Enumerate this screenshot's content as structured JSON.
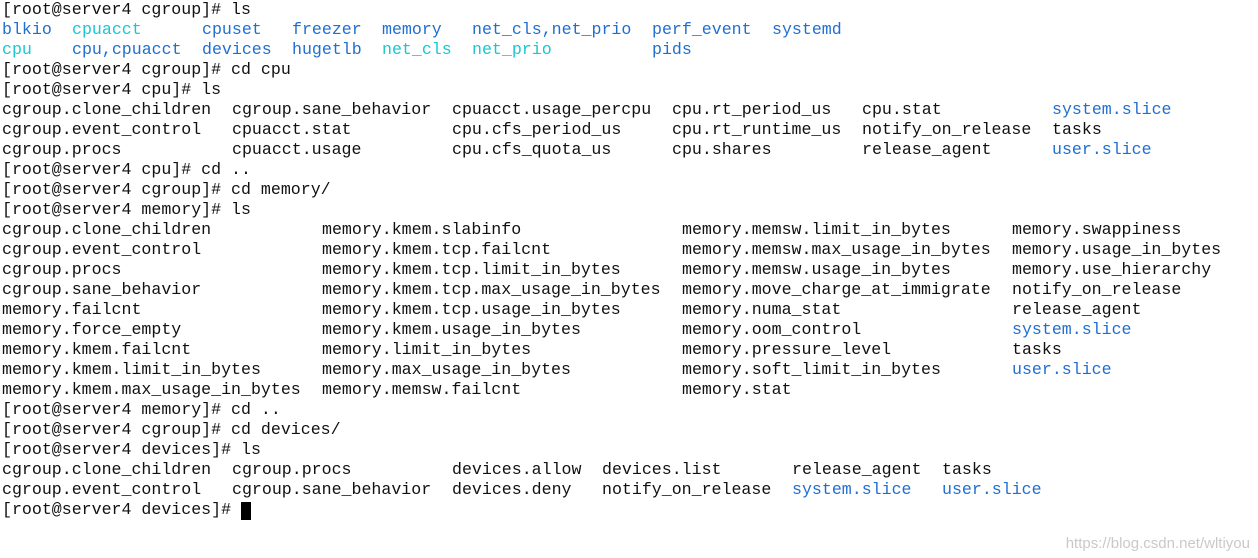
{
  "colors": {
    "text": "#111111",
    "directory": "#1f6fd0",
    "symlink": "#19c7d2",
    "background": "#ffffff",
    "watermark": "#c9c9c9"
  },
  "terminal": {
    "lines": [
      {
        "segments": [
          {
            "text": "[root@server4 cgroup]# ls",
            "kind": "text"
          }
        ]
      },
      {
        "segments": [
          {
            "text": "blkio",
            "kind": "dir",
            "col": 0
          },
          {
            "text": "cpuacct",
            "kind": "link",
            "col": 7
          },
          {
            "text": "cpuset",
            "kind": "dir",
            "col": 20
          },
          {
            "text": "freezer",
            "kind": "dir",
            "col": 29
          },
          {
            "text": "memory",
            "kind": "dir",
            "col": 38
          },
          {
            "text": "net_cls,net_prio",
            "kind": "dir",
            "col": 47
          },
          {
            "text": "perf_event",
            "kind": "dir",
            "col": 65
          },
          {
            "text": "systemd",
            "kind": "dir",
            "col": 77
          }
        ]
      },
      {
        "segments": [
          {
            "text": "cpu",
            "kind": "link",
            "col": 0
          },
          {
            "text": "cpu,cpuacct",
            "kind": "dir",
            "col": 7
          },
          {
            "text": "devices",
            "kind": "dir",
            "col": 20
          },
          {
            "text": "hugetlb",
            "kind": "dir",
            "col": 29
          },
          {
            "text": "net_cls",
            "kind": "link",
            "col": 38
          },
          {
            "text": "net_prio",
            "kind": "link",
            "col": 47
          },
          {
            "text": "pids",
            "kind": "dir",
            "col": 65
          }
        ]
      },
      {
        "segments": [
          {
            "text": "[root@server4 cgroup]# cd cpu",
            "kind": "text"
          }
        ]
      },
      {
        "segments": [
          {
            "text": "[root@server4 cpu]# ls",
            "kind": "text"
          }
        ]
      },
      {
        "segments": [
          {
            "text": "cgroup.clone_children",
            "kind": "text",
            "col": 0
          },
          {
            "text": "cgroup.sane_behavior",
            "kind": "text",
            "col": 23
          },
          {
            "text": "cpuacct.usage_percpu",
            "kind": "text",
            "col": 45
          },
          {
            "text": "cpu.rt_period_us",
            "kind": "text",
            "col": 67
          },
          {
            "text": "cpu.stat",
            "kind": "text",
            "col": 86
          },
          {
            "text": "system.slice",
            "kind": "dir",
            "col": 105
          }
        ]
      },
      {
        "segments": [
          {
            "text": "cgroup.event_control",
            "kind": "text",
            "col": 0
          },
          {
            "text": "cpuacct.stat",
            "kind": "text",
            "col": 23
          },
          {
            "text": "cpu.cfs_period_us",
            "kind": "text",
            "col": 45
          },
          {
            "text": "cpu.rt_runtime_us",
            "kind": "text",
            "col": 67
          },
          {
            "text": "notify_on_release",
            "kind": "text",
            "col": 86
          },
          {
            "text": "tasks",
            "kind": "text",
            "col": 105
          }
        ]
      },
      {
        "segments": [
          {
            "text": "cgroup.procs",
            "kind": "text",
            "col": 0
          },
          {
            "text": "cpuacct.usage",
            "kind": "text",
            "col": 23
          },
          {
            "text": "cpu.cfs_quota_us",
            "kind": "text",
            "col": 45
          },
          {
            "text": "cpu.shares",
            "kind": "text",
            "col": 67
          },
          {
            "text": "release_agent",
            "kind": "text",
            "col": 86
          },
          {
            "text": "user.slice",
            "kind": "dir",
            "col": 105
          }
        ]
      },
      {
        "segments": [
          {
            "text": "[root@server4 cpu]# cd ..",
            "kind": "text"
          }
        ]
      },
      {
        "segments": [
          {
            "text": "[root@server4 cgroup]# cd memory/",
            "kind": "text"
          }
        ]
      },
      {
        "segments": [
          {
            "text": "[root@server4 memory]# ls",
            "kind": "text"
          }
        ]
      },
      {
        "segments": [
          {
            "text": "cgroup.clone_children",
            "kind": "text",
            "col": 0
          },
          {
            "text": "memory.kmem.slabinfo",
            "kind": "text",
            "col": 32
          },
          {
            "text": "memory.memsw.limit_in_bytes",
            "kind": "text",
            "col": 68
          },
          {
            "text": "memory.swappiness",
            "kind": "text",
            "col": 101
          }
        ]
      },
      {
        "segments": [
          {
            "text": "cgroup.event_control",
            "kind": "text",
            "col": 0
          },
          {
            "text": "memory.kmem.tcp.failcnt",
            "kind": "text",
            "col": 32
          },
          {
            "text": "memory.memsw.max_usage_in_bytes",
            "kind": "text",
            "col": 68
          },
          {
            "text": "memory.usage_in_bytes",
            "kind": "text",
            "col": 101
          }
        ]
      },
      {
        "segments": [
          {
            "text": "cgroup.procs",
            "kind": "text",
            "col": 0
          },
          {
            "text": "memory.kmem.tcp.limit_in_bytes",
            "kind": "text",
            "col": 32
          },
          {
            "text": "memory.memsw.usage_in_bytes",
            "kind": "text",
            "col": 68
          },
          {
            "text": "memory.use_hierarchy",
            "kind": "text",
            "col": 101
          }
        ]
      },
      {
        "segments": [
          {
            "text": "cgroup.sane_behavior",
            "kind": "text",
            "col": 0
          },
          {
            "text": "memory.kmem.tcp.max_usage_in_bytes",
            "kind": "text",
            "col": 32
          },
          {
            "text": "memory.move_charge_at_immigrate",
            "kind": "text",
            "col": 68
          },
          {
            "text": "notify_on_release",
            "kind": "text",
            "col": 101
          }
        ]
      },
      {
        "segments": [
          {
            "text": "memory.failcnt",
            "kind": "text",
            "col": 0
          },
          {
            "text": "memory.kmem.tcp.usage_in_bytes",
            "kind": "text",
            "col": 32
          },
          {
            "text": "memory.numa_stat",
            "kind": "text",
            "col": 68
          },
          {
            "text": "release_agent",
            "kind": "text",
            "col": 101
          }
        ]
      },
      {
        "segments": [
          {
            "text": "memory.force_empty",
            "kind": "text",
            "col": 0
          },
          {
            "text": "memory.kmem.usage_in_bytes",
            "kind": "text",
            "col": 32
          },
          {
            "text": "memory.oom_control",
            "kind": "text",
            "col": 68
          },
          {
            "text": "system.slice",
            "kind": "dir",
            "col": 101
          }
        ]
      },
      {
        "segments": [
          {
            "text": "memory.kmem.failcnt",
            "kind": "text",
            "col": 0
          },
          {
            "text": "memory.limit_in_bytes",
            "kind": "text",
            "col": 32
          },
          {
            "text": "memory.pressure_level",
            "kind": "text",
            "col": 68
          },
          {
            "text": "tasks",
            "kind": "text",
            "col": 101
          }
        ]
      },
      {
        "segments": [
          {
            "text": "memory.kmem.limit_in_bytes",
            "kind": "text",
            "col": 0
          },
          {
            "text": "memory.max_usage_in_bytes",
            "kind": "text",
            "col": 32
          },
          {
            "text": "memory.soft_limit_in_bytes",
            "kind": "text",
            "col": 68
          },
          {
            "text": "user.slice",
            "kind": "dir",
            "col": 101
          }
        ]
      },
      {
        "segments": [
          {
            "text": "memory.kmem.max_usage_in_bytes",
            "kind": "text",
            "col": 0
          },
          {
            "text": "memory.memsw.failcnt",
            "kind": "text",
            "col": 32
          },
          {
            "text": "memory.stat",
            "kind": "text",
            "col": 68
          }
        ]
      },
      {
        "segments": [
          {
            "text": "[root@server4 memory]# cd ..",
            "kind": "text"
          }
        ]
      },
      {
        "segments": [
          {
            "text": "[root@server4 cgroup]# cd devices/",
            "kind": "text"
          }
        ]
      },
      {
        "segments": [
          {
            "text": "[root@server4 devices]# ls",
            "kind": "text"
          }
        ]
      },
      {
        "segments": [
          {
            "text": "cgroup.clone_children",
            "kind": "text",
            "col": 0
          },
          {
            "text": "cgroup.procs",
            "kind": "text",
            "col": 23
          },
          {
            "text": "devices.allow",
            "kind": "text",
            "col": 45
          },
          {
            "text": "devices.list",
            "kind": "text",
            "col": 60
          },
          {
            "text": "release_agent",
            "kind": "text",
            "col": 79
          },
          {
            "text": "tasks",
            "kind": "text",
            "col": 94
          }
        ]
      },
      {
        "segments": [
          {
            "text": "cgroup.event_control",
            "kind": "text",
            "col": 0
          },
          {
            "text": "cgroup.sane_behavior",
            "kind": "text",
            "col": 23
          },
          {
            "text": "devices.deny",
            "kind": "text",
            "col": 45
          },
          {
            "text": "notify_on_release",
            "kind": "text",
            "col": 60
          },
          {
            "text": "system.slice",
            "kind": "dir",
            "col": 79
          },
          {
            "text": "user.slice",
            "kind": "dir",
            "col": 94
          }
        ]
      },
      {
        "segments": [
          {
            "text": "[root@server4 devices]# ",
            "kind": "text",
            "cursor": true
          }
        ]
      }
    ]
  },
  "watermark": {
    "text": "https://blog.csdn.net/wltiyou"
  }
}
